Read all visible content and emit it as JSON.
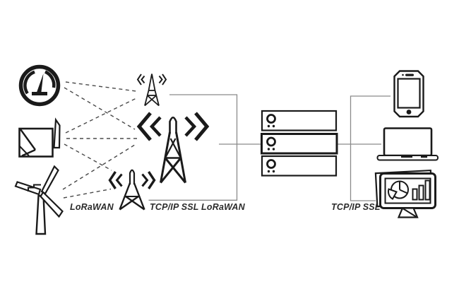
{
  "labels": {
    "lorawan": "LoRaWAN",
    "tcpip_ssl_lorawan": "TCP/IP SSL LoRaWAN",
    "tcpip_ssl": "TCP/IP SSL"
  },
  "nodes": {
    "end_devices": [
      {
        "name": "gauge-meter",
        "icon": "gauge-icon"
      },
      {
        "name": "sensor-box",
        "icon": "antenna-box-icon"
      },
      {
        "name": "wind-turbine",
        "icon": "wind-turbine-icon"
      }
    ],
    "gateways": [
      {
        "name": "gateway-small-top",
        "icon": "radio-tower-icon"
      },
      {
        "name": "gateway-main",
        "icon": "radio-tower-icon"
      },
      {
        "name": "gateway-small-bottom",
        "icon": "radio-tower-icon"
      }
    ],
    "servers": {
      "name": "network-server-stack",
      "icon": "server-rack-icon",
      "units": 3
    },
    "clients": [
      {
        "name": "smartphone",
        "icon": "smartphone-icon"
      },
      {
        "name": "laptop",
        "icon": "laptop-icon"
      },
      {
        "name": "dashboard-monitor",
        "icon": "monitor-chart-icon"
      }
    ]
  },
  "links": {
    "device_to_gateway": {
      "style": "dashed",
      "protocol": "LoRaWAN",
      "count": 7
    },
    "gateway_to_server": {
      "style": "solid",
      "protocol": "TCP/IP SSL LoRaWAN"
    },
    "server_to_client": {
      "style": "solid",
      "protocol": "TCP/IP SSL"
    }
  },
  "colors": {
    "ink": "#1a1a1a",
    "solid_line": "#8a8a8a",
    "dashed_line": "#4a4a4a",
    "background": "#ffffff"
  }
}
